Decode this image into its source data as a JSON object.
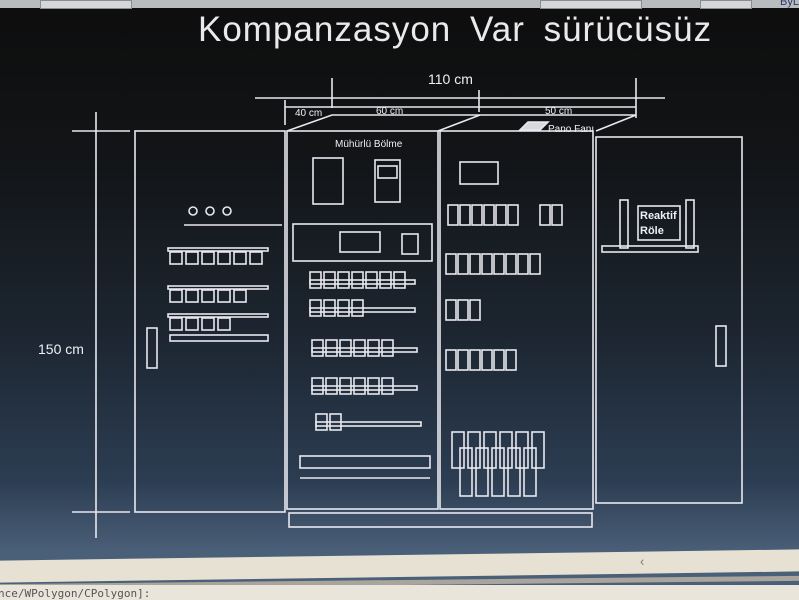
{
  "toolbar": {
    "layer_value": "ByL"
  },
  "drawing": {
    "title": "Kompanzasyon  Var  sürücüsüz",
    "dim_total": "110  cm",
    "dim_40": "40  cm",
    "dim_60": "60  cm",
    "dim_50": "50  cm",
    "dim_height": "150  cm",
    "label_sealed": "Mühürlü  Bölme",
    "label_fan": "Pano  Fanı",
    "label_relay_line1": "Reaktif",
    "label_relay_line2": "Röle"
  },
  "scrollbar": {
    "arrow": "‹"
  },
  "command_line": {
    "text": "nce/WPolygon/CPolygon]:"
  },
  "colors": {
    "line": "#e8e8ee",
    "background": "#101214"
  }
}
